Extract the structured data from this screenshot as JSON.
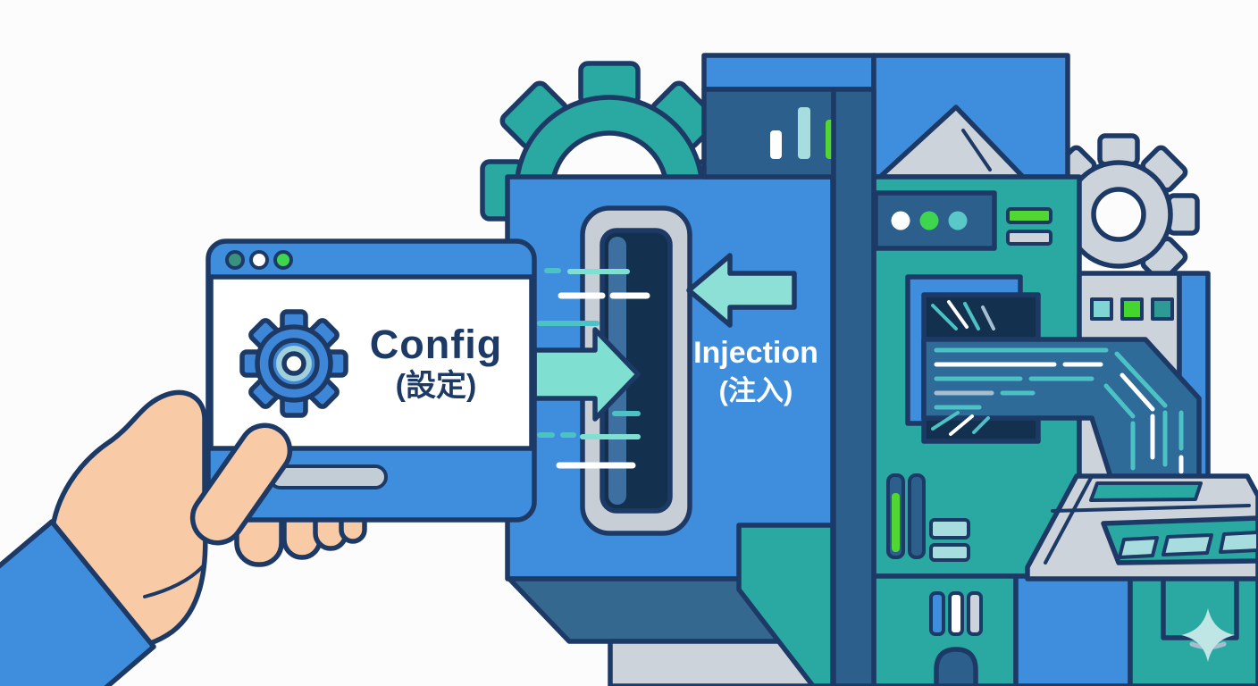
{
  "illustration": {
    "card": {
      "title": "Config",
      "subtitle": "(設定)"
    },
    "machine": {
      "label": "Injection",
      "sublabel": "(注入)"
    }
  },
  "colors": {
    "bg": "#fcfcfc",
    "navy": "#1d3a66",
    "blue": "#3f8edd",
    "steel": "#2d5f8c",
    "steel2": "#35688f",
    "teal": "#2aa8a2",
    "lteal": "#7fe0d2",
    "keyteal": "#a8dde0",
    "green": "#52d633",
    "gray": "#ccd3da",
    "skin": "#f8cba6",
    "board": "#14304f",
    "ribbon": "#2e6b99",
    "trace": "#4cc2c4"
  },
  "icons": {
    "card_window_dots": "traffic-dots-icon",
    "card_gear": "gear-icon",
    "machine_gear_top": "gear-icon",
    "machine_gear_right": "gear-icon",
    "chart": "bar-chart-icon",
    "image": "mountain-icon",
    "arrow_in": "arrow-right-icon",
    "arrow_injection": "arrow-left-icon",
    "circuit": "circuit-board-icon",
    "sparkle": "sparkle-icon"
  }
}
